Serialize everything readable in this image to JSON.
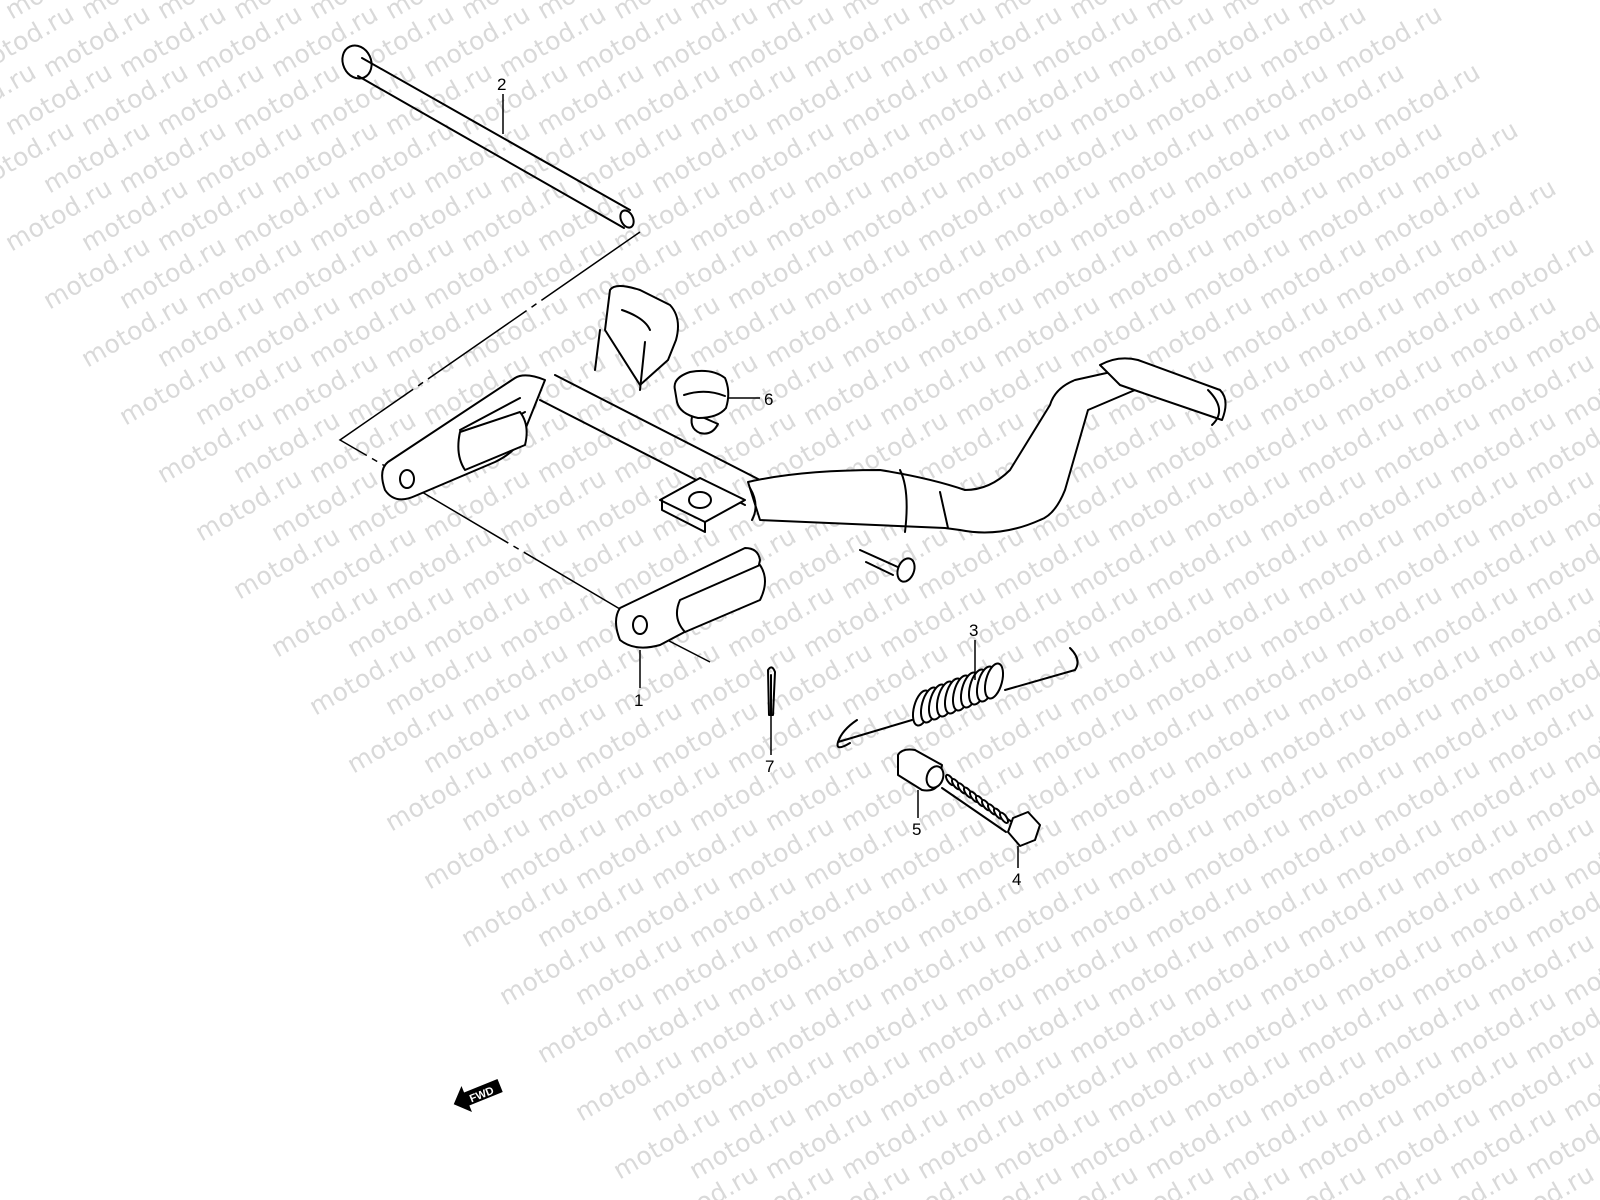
{
  "diagram": {
    "type": "exploded-parts-diagram",
    "subject": "center stand assembly",
    "watermark_text": "motod.ru",
    "direction_indicator": {
      "icon": "fwd-arrow-icon",
      "label": "FWD"
    },
    "callouts": [
      {
        "number": "1",
        "part": "center stand"
      },
      {
        "number": "2",
        "part": "stand shaft / pivot pin"
      },
      {
        "number": "3",
        "part": "return spring"
      },
      {
        "number": "4",
        "part": "bolt"
      },
      {
        "number": "5",
        "part": "spacer / collar"
      },
      {
        "number": "6",
        "part": "rubber stopper"
      },
      {
        "number": "7",
        "part": "cotter pin"
      }
    ]
  },
  "colors": {
    "line": "#000000",
    "background": "#ffffff",
    "watermark": "#d9d9d9"
  }
}
